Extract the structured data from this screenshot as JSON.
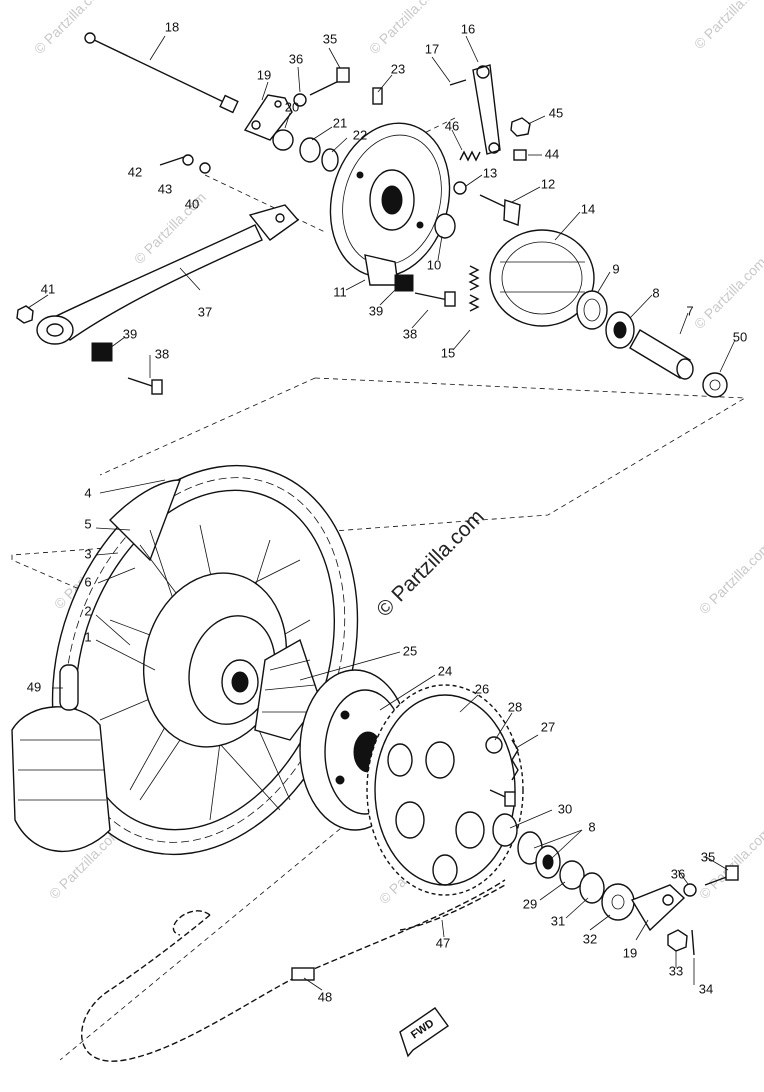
{
  "watermark": {
    "main": "© Partzilla.com",
    "repeat": "© Partzilla.com"
  },
  "fwd_label": "FWD",
  "labels": {
    "p1": "1",
    "p2": "2",
    "p3": "3",
    "p4": "4",
    "p5": "5",
    "p6": "6",
    "p7": "7",
    "p8a": "8",
    "p8b": "8",
    "p9": "9",
    "p10": "10",
    "p11": "11",
    "p12": "12",
    "p13": "13",
    "p14": "14",
    "p15": "15",
    "p16": "16",
    "p17": "17",
    "p18": "18",
    "p19a": "19",
    "p19b": "19",
    "p20": "20",
    "p21": "21",
    "p22": "22",
    "p23": "23",
    "p24": "24",
    "p25": "25",
    "p26": "26",
    "p27": "27",
    "p28": "28",
    "p29": "29",
    "p30": "30",
    "p31": "31",
    "p32": "32",
    "p33": "33",
    "p34": "34",
    "p35a": "35",
    "p35b": "35",
    "p36a": "36",
    "p36b": "36",
    "p37": "37",
    "p38a": "38",
    "p38b": "38",
    "p39a": "39",
    "p39b": "39",
    "p40": "40",
    "p41": "41",
    "p42": "42",
    "p43": "43",
    "p44": "44",
    "p45": "45",
    "p46": "46",
    "p47": "47",
    "p48": "48",
    "p49": "49",
    "p50": "50"
  }
}
